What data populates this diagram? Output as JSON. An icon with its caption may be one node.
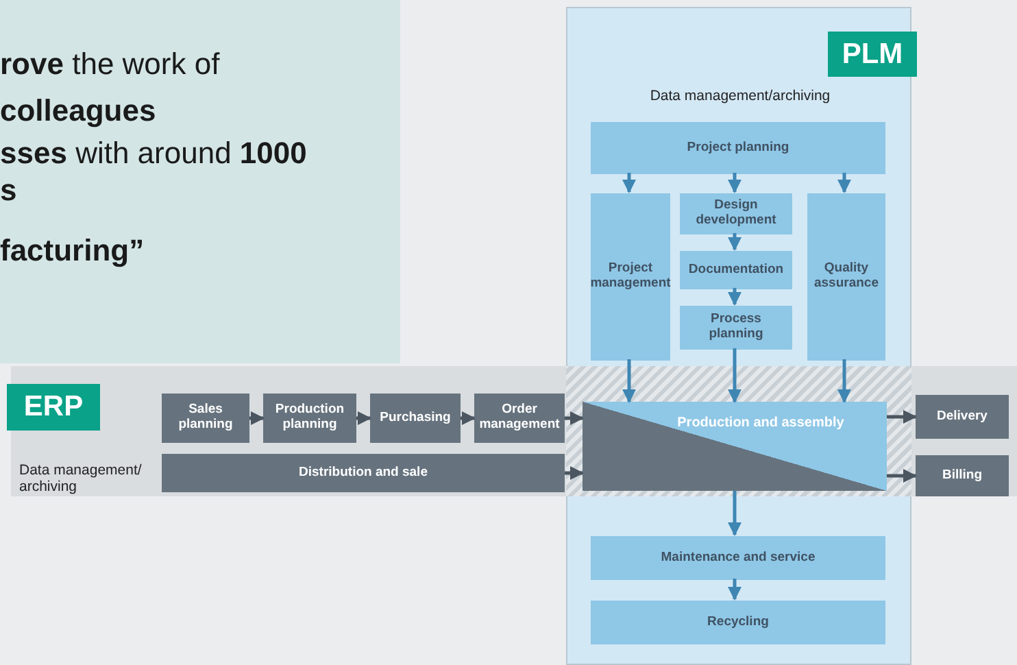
{
  "diagram": {
    "nodes": [
      {
        "text": [
          "PLM",
          "Data management/archiving"
        ]
      },
      {
        "text": [
          "Project planning"
        ],
        "in": 0
      },
      {
        "text": [
          "Project management"
        ],
        "in": 0
      },
      {
        "text": [
          "Design development"
        ],
        "in": 0
      },
      {
        "text": [
          "Quality assurance"
        ],
        "in": 0
      },
      {
        "text": [
          "Documentation"
        ],
        "in": 0
      },
      {
        "text": [
          "Process planning"
        ],
        "in": 0
      },
      {
        "text": [
          "ERP",
          "Data management/ archiving"
        ]
      },
      {
        "text": [
          "Sales planning"
        ],
        "in": 7
      },
      {
        "text": [
          "Production planning"
        ],
        "in": 7
      },
      {
        "text": [
          "Purchasing"
        ],
        "in": 7
      },
      {
        "text": [
          "Order management"
        ],
        "in": 7
      },
      {
        "text": [
          "Distribution and sale"
        ],
        "in": 7
      },
      {
        "text": [
          "Production and assembly"
        ]
      },
      {
        "text": [
          "Delivery"
        ],
        "in": 7
      },
      {
        "text": [
          "Billing"
        ],
        "in": 7
      },
      {
        "text": [
          "Maintenance and service"
        ],
        "in": 0
      },
      {
        "text": [
          "Recycling"
        ],
        "in": 0
      }
    ],
    "edges": [
      {
        "from": 1,
        "to": 2,
        "arrow": "to"
      },
      {
        "from": 1,
        "to": 3,
        "arrow": "to"
      },
      {
        "from": 1,
        "to": 4,
        "arrow": "to"
      },
      {
        "from": 3,
        "to": 5,
        "arrow": "to"
      },
      {
        "from": 5,
        "to": 6,
        "arrow": "to"
      },
      {
        "from": 2,
        "to": 13,
        "arrow": "to"
      },
      {
        "from": 6,
        "to": 13,
        "arrow": "to"
      },
      {
        "from": 4,
        "to": 13,
        "arrow": "to"
      },
      {
        "from": 8,
        "to": 9,
        "arrow": "to"
      },
      {
        "from": 9,
        "to": 10,
        "arrow": "to"
      },
      {
        "from": 10,
        "to": 11,
        "arrow": "to"
      },
      {
        "from": 11,
        "to": 13,
        "arrow": "to"
      },
      {
        "from": 12,
        "to": 13,
        "arrow": "to"
      },
      {
        "from": 13,
        "to": 14,
        "arrow": "to"
      },
      {
        "from": 13,
        "to": 15,
        "arrow": "to"
      },
      {
        "from": 13,
        "to": 16,
        "arrow": "to"
      },
      {
        "from": 16,
        "to": 17,
        "arrow": "to"
      }
    ],
    "labels": [
      "**rove** the work of",
      "colleagues",
      "**sses** with around **1000**",
      "s",
      "facturing”"
    ]
  }
}
